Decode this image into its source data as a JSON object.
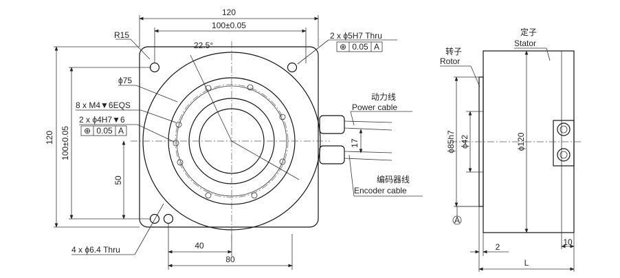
{
  "front_view": {
    "dim_overall_width": "120",
    "dim_hole_spacing_x": "100±0.05",
    "dim_overall_height": "120",
    "dim_hole_spacing_y": "100±0.05",
    "dim_radius": "R15",
    "dim_angle": "22.5°",
    "dim_dia75": "ϕ75",
    "label_thread_holes": "8 x M4▼6EQS",
    "label_pin_holes": "2 x ϕ4H7▼6",
    "label_thru_top": "2 x ϕ5H7 Thru",
    "tolerance_value": "0.05",
    "tolerance_datum": "A",
    "dim_50": "50",
    "dim_17": "17",
    "dim_40": "40",
    "dim_80": "80",
    "label_mount_holes": "4 x ϕ6.4 Thru",
    "label_power_cn": "动力线",
    "label_power_en": "Power cable",
    "label_encoder_cn": "编码器线",
    "label_encoder_en": "Encoder cable"
  },
  "side_view": {
    "label_stator_cn": "定子",
    "label_stator_en": "Stator",
    "label_rotor_cn": "转子",
    "label_rotor_en": "Rotor",
    "dim_dia85": "ϕ85h7",
    "dim_dia42": "ϕ42",
    "dim_dia120": "ϕ120",
    "dim_2": "2",
    "dim_10": "10",
    "dim_L": "L",
    "datum_A": "A"
  }
}
